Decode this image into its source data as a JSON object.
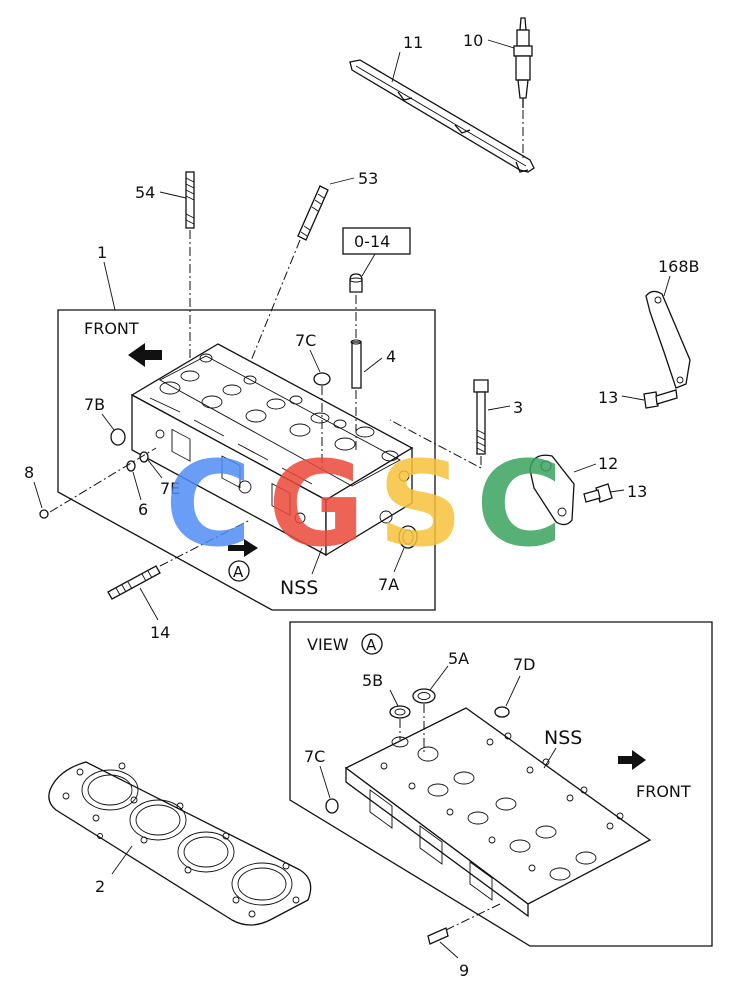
{
  "labels": {
    "p1": "1",
    "p2": "2",
    "p3": "3",
    "p4": "4",
    "p5a": "5A",
    "p5b": "5B",
    "p6": "6",
    "p7a": "7A",
    "p7b": "7B",
    "p7c_top": "7C",
    "p7c_view": "7C",
    "p7d": "7D",
    "p7e": "7E",
    "p8": "8",
    "p9": "9",
    "p10": "10",
    "p11": "11",
    "p12": "12",
    "p13_upper": "13",
    "p13_lower": "13",
    "p14": "14",
    "p53": "53",
    "p54": "54",
    "p168b": "168B",
    "box_014": "0-14",
    "nss_top": "NSS",
    "nss_view": "NSS",
    "front_top": "FRONT",
    "front_view": "FRONT",
    "view_a_word": "VIEW",
    "view_a_circle": "A",
    "marker_a": "A"
  },
  "watermark": {
    "letters": [
      "C",
      "G",
      "S",
      "C"
    ],
    "colors": [
      "#4f8df5",
      "#ea4a3a",
      "#f7c23c",
      "#3aa35f"
    ]
  }
}
